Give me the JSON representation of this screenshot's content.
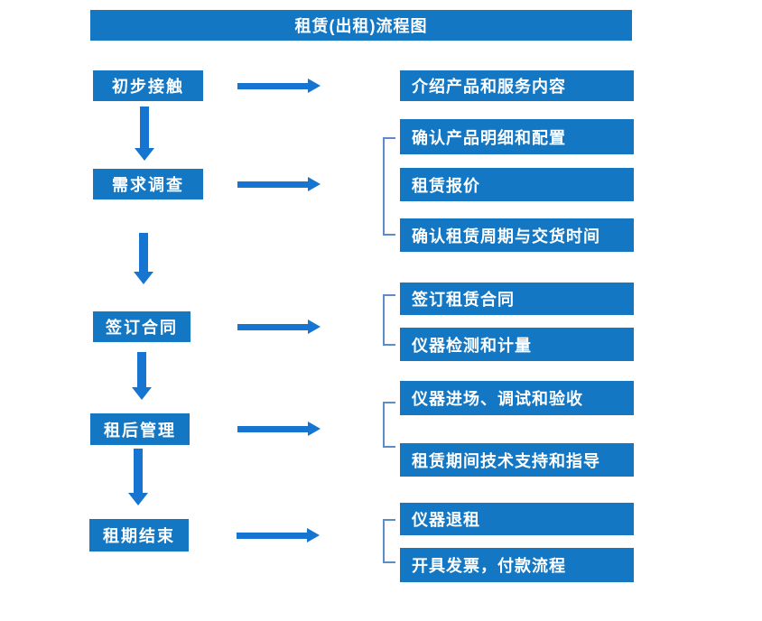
{
  "title": "租赁(出租)流程图",
  "colors": {
    "box": "#1377c4",
    "arrow": "#1575d0",
    "bracket": "#5c8dc9"
  },
  "steps": [
    {
      "label": "初步接触",
      "outputs": [
        "介绍产品和服务内容"
      ]
    },
    {
      "label": "需求调查",
      "outputs": [
        "确认产品明细和配置",
        "租赁报价",
        "确认租赁周期与交货时间"
      ]
    },
    {
      "label": "签订合同",
      "outputs": [
        "签订租赁合同",
        "仪器检测和计量"
      ]
    },
    {
      "label": "租后管理",
      "outputs": [
        "仪器进场、调试和验收",
        "租赁期间技术支持和指导"
      ]
    },
    {
      "label": "租期结束",
      "outputs": [
        "仪器退租",
        "开具发票，付款流程"
      ]
    }
  ]
}
